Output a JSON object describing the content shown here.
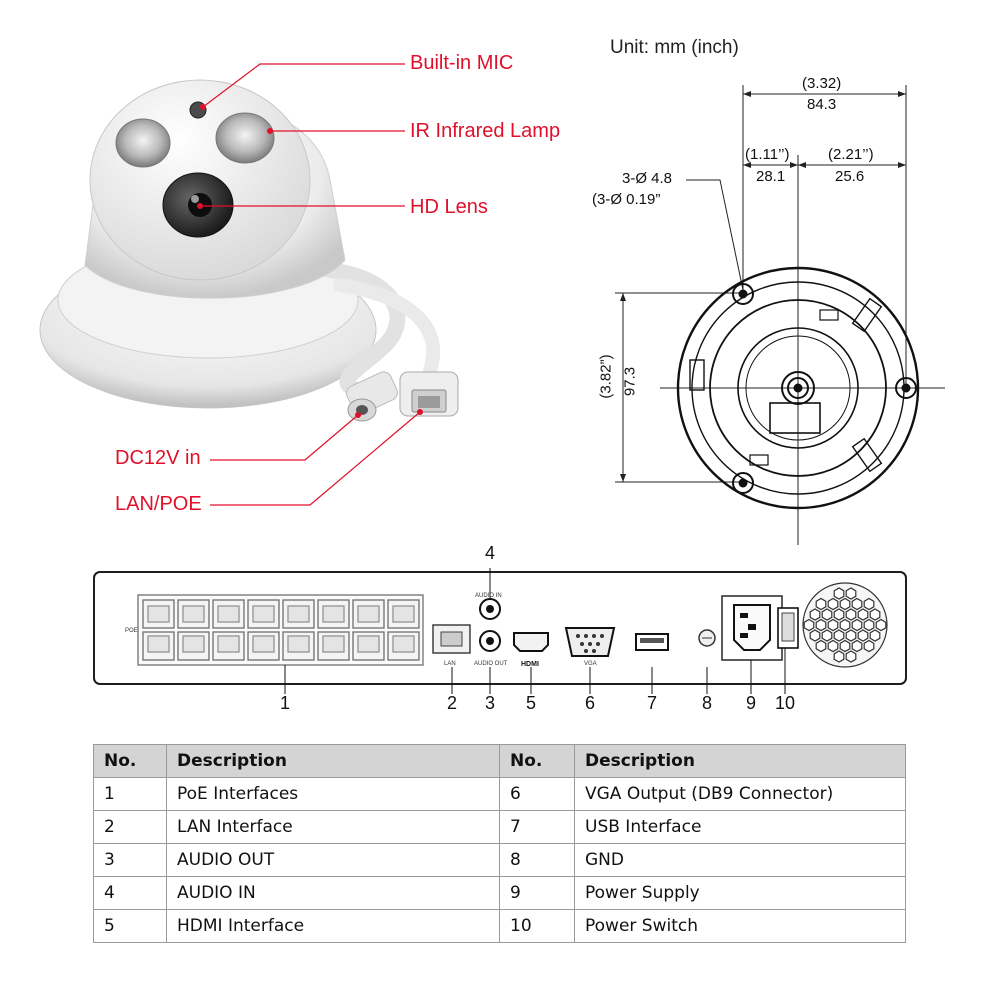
{
  "camera": {
    "callouts": {
      "mic": "Built-in MIC",
      "ir": "IR Infrared Lamp",
      "lens": "HD Lens",
      "dc": "DC12V in",
      "lan": "LAN/POE"
    }
  },
  "dimensions": {
    "unit": "Unit: mm (inch)",
    "width_in": "(3.32)",
    "width_mm": "84.3",
    "left_in": "(1.11’’)",
    "left_mm": "28.1",
    "right_in": "(2.21’’)",
    "right_mm": "25.6",
    "hole_mm": "3-Ø 4.8",
    "hole_in": "(3-Ø 0.19”",
    "height_in": "(3.82”)",
    "height_mm": "97.3"
  },
  "panel": {
    "poe_label": "POE",
    "audio_in_label": "AUDIO IN",
    "lan_label": "LAN",
    "audio_out_label": "AUDIO OUT",
    "hdmi_label": "HDMI",
    "vga_label": "VGA",
    "numbers": [
      "1",
      "2",
      "3",
      "4",
      "5",
      "6",
      "7",
      "8",
      "9",
      "10"
    ]
  },
  "table": {
    "headers": [
      "No.",
      "Description",
      "No.",
      "Description"
    ],
    "rows": [
      [
        "1",
        "PoE Interfaces",
        "6",
        "VGA Output (DB9 Connector)"
      ],
      [
        "2",
        "LAN Interface",
        "7",
        "USB Interface"
      ],
      [
        "3",
        "AUDIO OUT",
        "8",
        "GND"
      ],
      [
        "4",
        "AUDIO IN",
        "9",
        "Power Supply"
      ],
      [
        "5",
        "HDMI Interface",
        "10",
        "Power Switch"
      ]
    ]
  },
  "colors": {
    "callout": "#e0102a"
  }
}
